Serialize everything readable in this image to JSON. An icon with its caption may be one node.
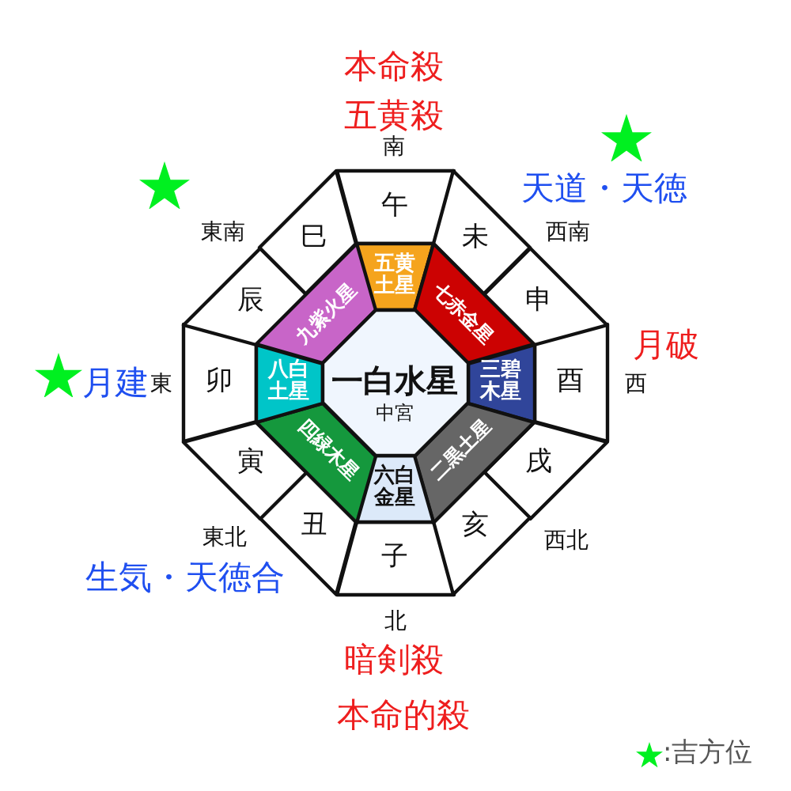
{
  "diagram": {
    "nodes": [
      {
        "text": [
          "午"
        ]
      },
      {
        "text": [
          "未"
        ]
      },
      {
        "text": [
          "申"
        ]
      },
      {
        "text": [
          "酉"
        ]
      },
      {
        "text": [
          "戌"
        ]
      },
      {
        "text": [
          "亥"
        ]
      },
      {
        "text": [
          "子"
        ]
      },
      {
        "text": [
          "丑"
        ]
      },
      {
        "text": [
          "寅"
        ]
      },
      {
        "text": [
          "卯"
        ]
      },
      {
        "text": [
          "辰"
        ]
      },
      {
        "text": [
          "巳"
        ]
      },
      {
        "text": [
          "五黄土星"
        ]
      },
      {
        "text": [
          "七赤金星"
        ]
      },
      {
        "text": [
          "三碧木星"
        ]
      },
      {
        "text": [
          "二黒土星"
        ]
      },
      {
        "text": [
          "六白金星"
        ]
      },
      {
        "text": [
          "四緑木星"
        ]
      },
      {
        "text": [
          "八白土星"
        ]
      },
      {
        "text": [
          "九紫火星"
        ]
      },
      {
        "text": [
          "一白水星",
          "中宮"
        ]
      }
    ],
    "labels": [
      "本命殺",
      "五黄殺",
      "南",
      "天道・天徳",
      "東南",
      "西南",
      "月建",
      "東",
      "西",
      "月破",
      "東北",
      "西北",
      "生気・天徳合",
      "北",
      "暗剣殺",
      "本命的殺"
    ],
    "legend": [
      {
        "text": ":吉方位"
      }
    ]
  }
}
